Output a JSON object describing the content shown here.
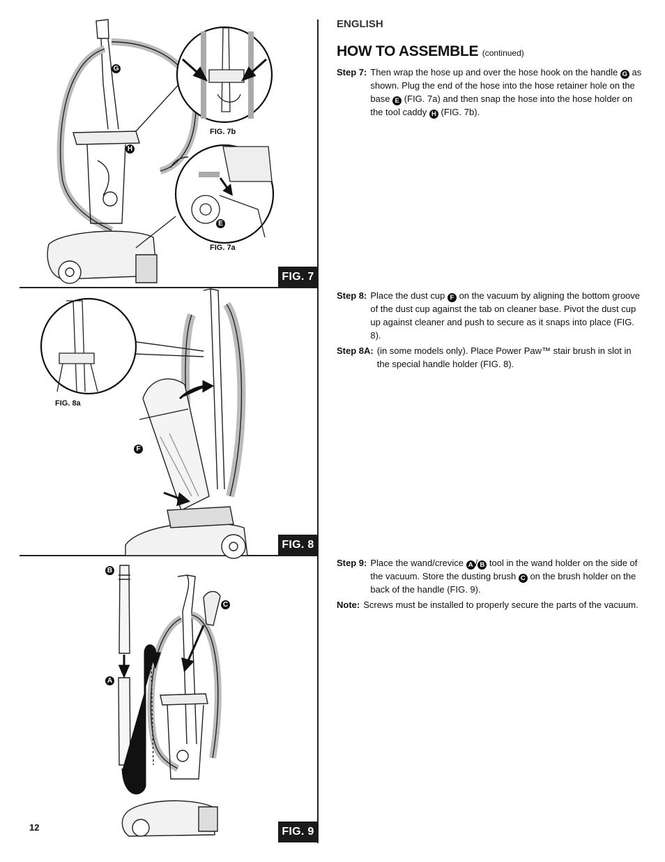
{
  "header": {
    "language": "ENGLISH",
    "title": "HOW TO ASSEMBLE",
    "title_suffix": "(continued)"
  },
  "steps": {
    "step7": {
      "label": "Step 7:",
      "t1": "Then wrap the hose up and over the hose hook on the handle",
      "t2": "as shown. Plug the end of the hose into the hose retainer hole on the base",
      "t3": "(FIG. 7a) and then snap the hose into the hose holder on the tool caddy",
      "t4": "(FIG. 7b)."
    },
    "step8": {
      "label": "Step 8:",
      "t1": "Place the dust cup",
      "t2": "on the vacuum by aligning the bottom groove of the dust cup against the tab on cleaner base. Pivot the dust cup up against cleaner and push to secure as it snaps into place (FIG. 8)."
    },
    "step8a": {
      "label": "Step 8A:",
      "t1": "(in some models only). Place Power Paw™ stair brush in slot in the special handle holder (FIG. 8)."
    },
    "step9": {
      "label": "Step 9:",
      "t1": "Place the wand/crevice",
      "slash": "/",
      "t2": "tool in the wand holder on the side of the vacuum. Store the dusting brush",
      "t3": "on the brush holder on the back of the handle (FIG. 9)."
    },
    "note": {
      "label": "Note:",
      "t1": "Screws must be installed to properly secure the parts of the vacuum."
    }
  },
  "letters": {
    "A": "A",
    "B": "B",
    "C": "C",
    "E": "E",
    "F": "F",
    "G": "G",
    "H": "H"
  },
  "figures": {
    "fig7": "FIG. 7",
    "fig7a": "FIG. 7a",
    "fig7b": "FIG. 7b",
    "fig8": "FIG. 8",
    "fig8a": "FIG. 8a",
    "fig9": "FIG. 9"
  },
  "page_number": "12"
}
